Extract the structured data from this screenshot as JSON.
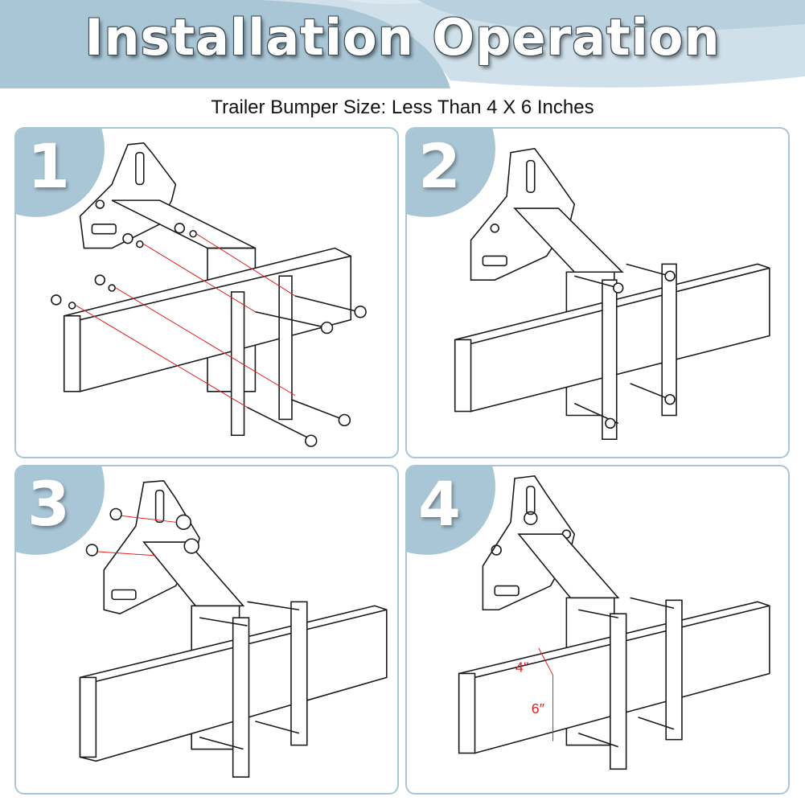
{
  "header": {
    "title": "Installation Operation",
    "subtitle": "Trailer Bumper Size: Less Than 4 X 6 Inches"
  },
  "colors": {
    "accent": "#a9c6d6",
    "header_band": "#b9d1de",
    "line": "#1a1a1a",
    "dimension": "#e02020"
  },
  "steps": [
    {
      "number": "1"
    },
    {
      "number": "2"
    },
    {
      "number": "3"
    },
    {
      "number": "4"
    }
  ],
  "dimensions": {
    "height": "4″",
    "width": "6″"
  }
}
